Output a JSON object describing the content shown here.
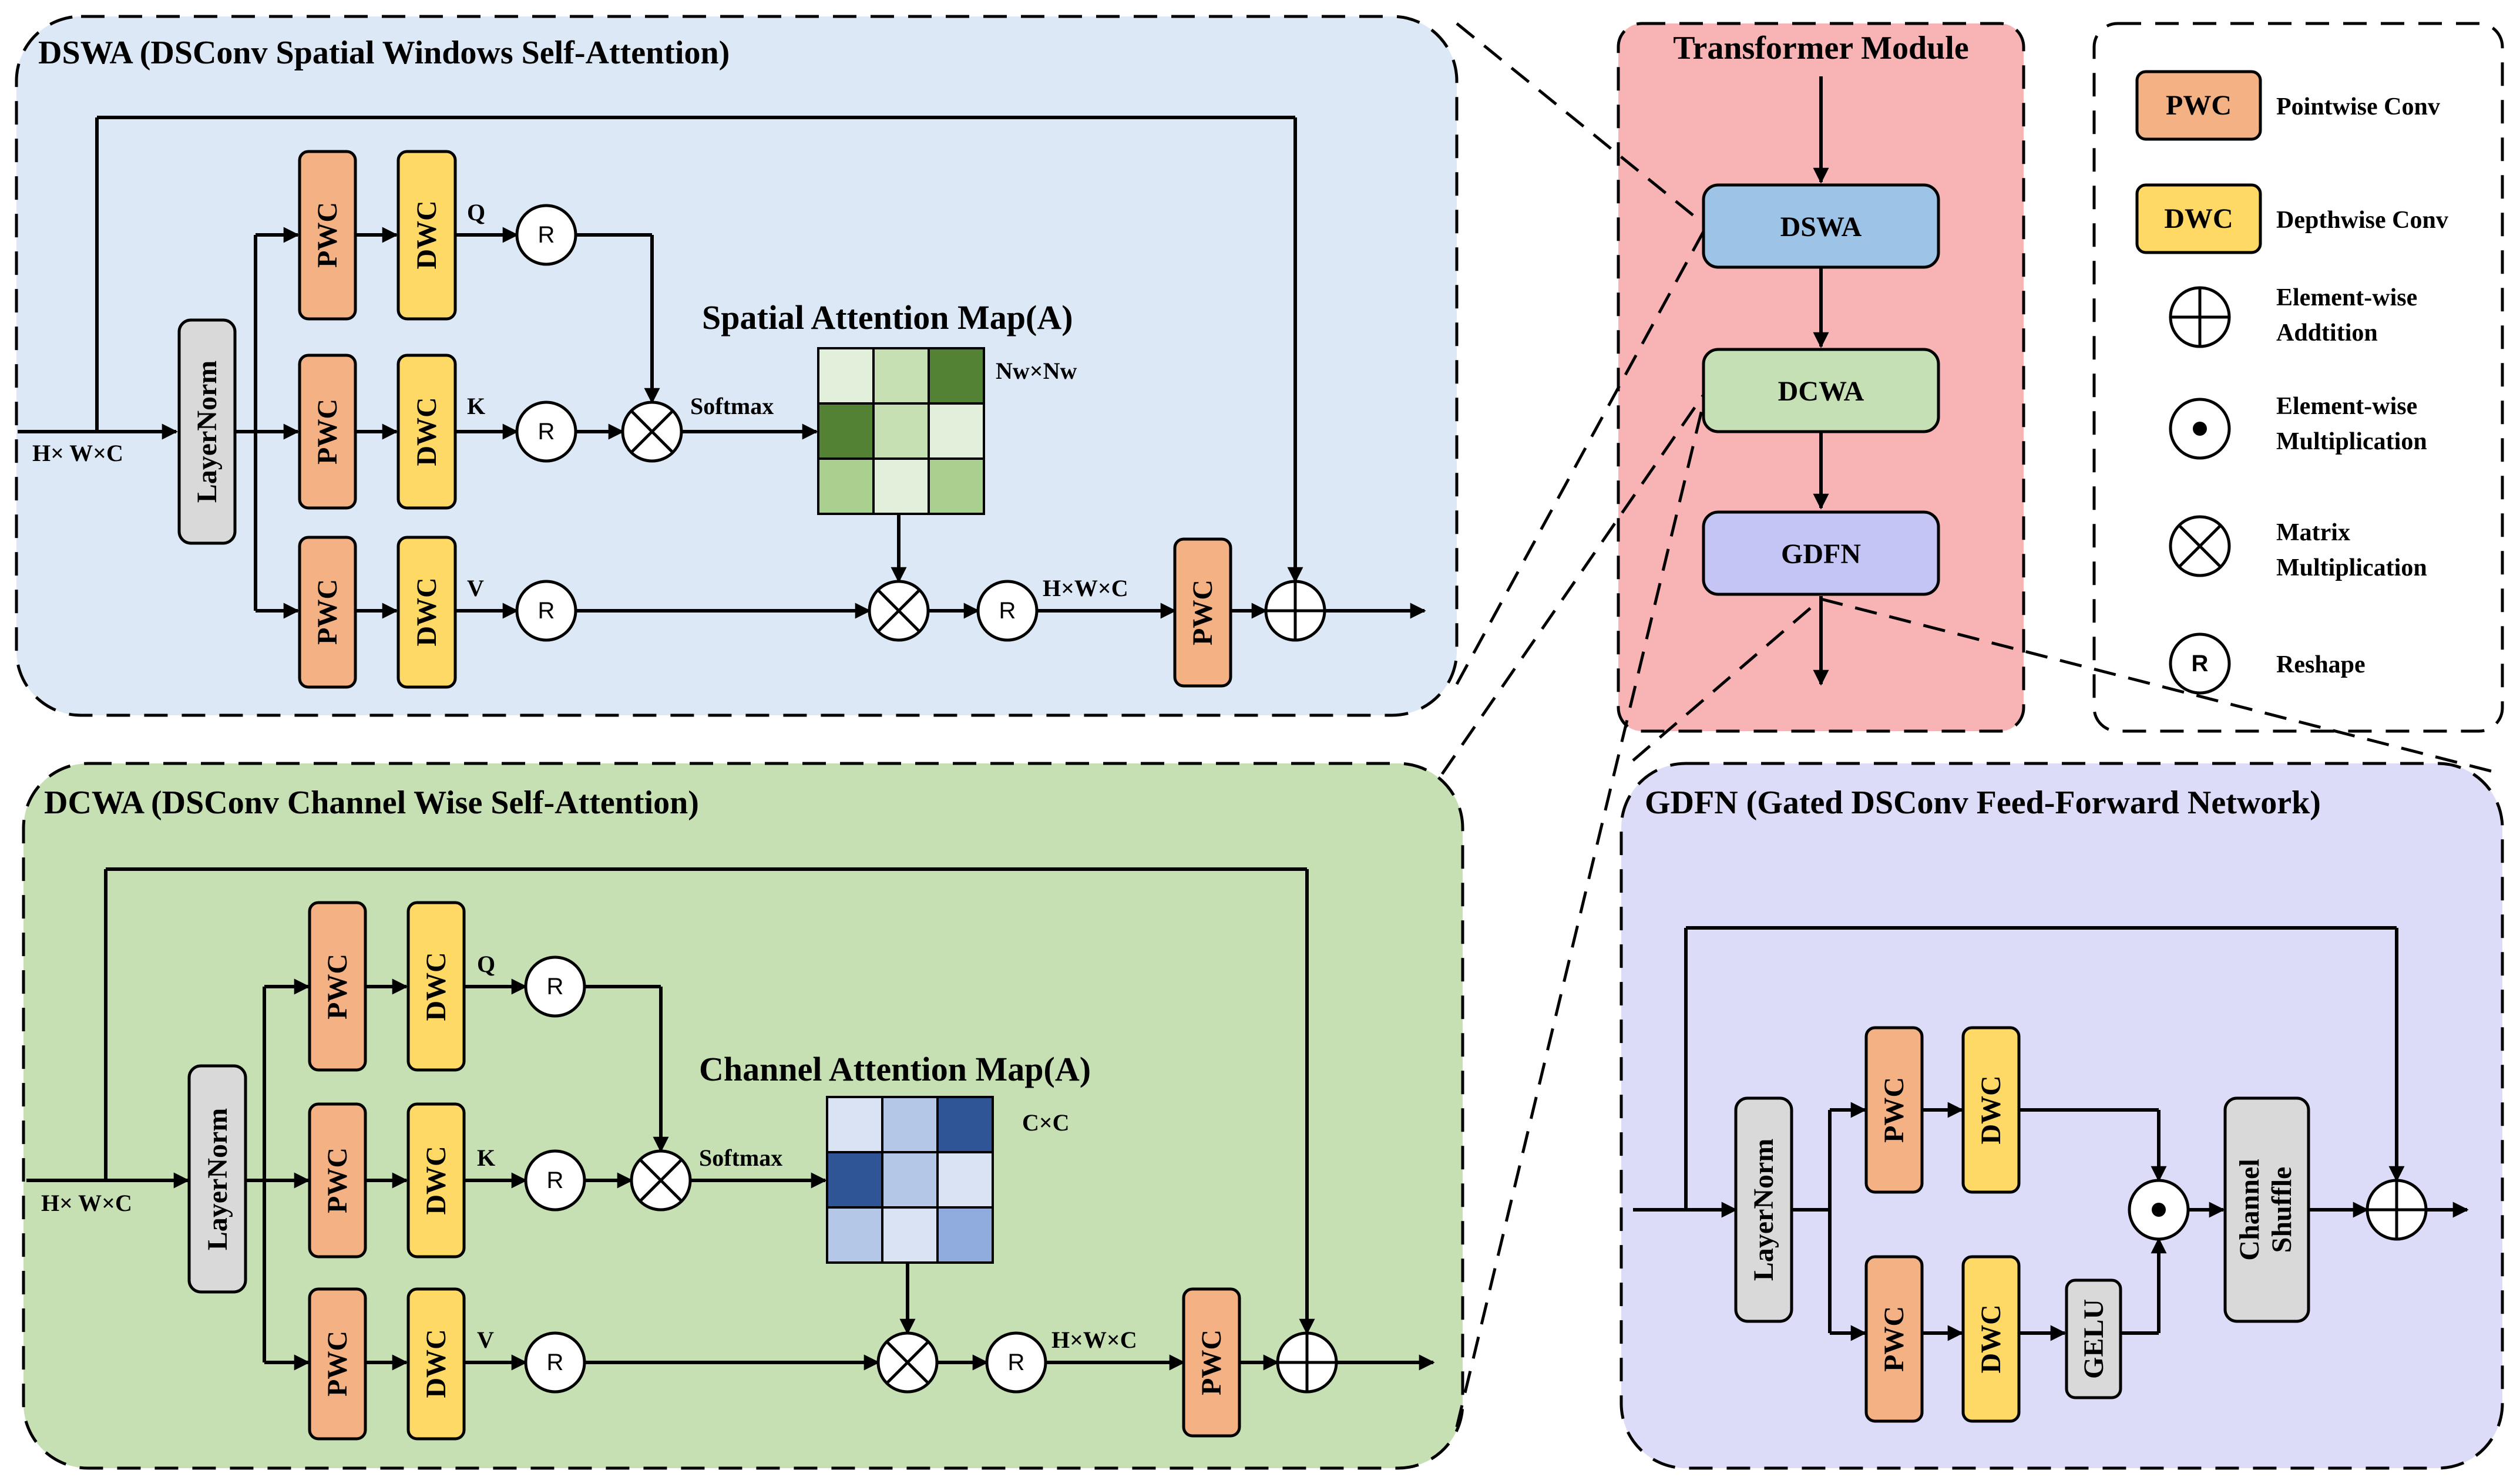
{
  "panels": {
    "dswa_title": "DSWA (DSConv Spatial Windows Self-Attention)",
    "dcwa_title": "DCWA (DSConv Channel Wise Self-Attention)",
    "gdfn_title": "GDFN (Gated DSConv Feed-Forward Network)",
    "transformer_title": "Transformer Module"
  },
  "blocks": {
    "pwc": "PWC",
    "dwc": "DWC",
    "layernorm": "LayerNorm",
    "gelu": "GELU",
    "channel_shuffle_1": "Channel",
    "channel_shuffle_2": "Shuffle",
    "dswa": "DSWA",
    "dcwa": "DCWA",
    "gdfn": "GDFN",
    "reshape": "R"
  },
  "labels": {
    "input_hwc": "H× W×C",
    "output_hwc": "H×W×C",
    "q": "Q",
    "k": "K",
    "v": "V",
    "softmax": "Softmax",
    "spatial_map": "Spatial Attention Map(A)",
    "spatial_size": "Nw×Nw",
    "channel_map": "Channel Attention Map(A)",
    "channel_size": "C×C"
  },
  "legend": {
    "pwc": "Pointwise Conv",
    "dwc": "Depthwise Conv",
    "add_1": "Element-wise",
    "add_2": "Addtition",
    "mul_1": "Element-wise",
    "mul_2": "Multiplication",
    "matmul_1": "Matrix",
    "matmul_2": "Multiplication",
    "reshape": "Reshape"
  },
  "colors": {
    "dswa_bg": "#dce8f5",
    "dcwa_bg": "#c6e0b4",
    "gdfn_bg": "#dcdcf8",
    "transformer_bg": "#f8b4b4",
    "pwc_fill": "#f4b183",
    "dwc_fill": "#ffd966",
    "layernorm_fill": "#d9d9d9",
    "dswa_block": "#9dc3e6",
    "dcwa_block": "#c5e0b4",
    "gdfn_block": "#c5c5f5"
  },
  "spatial_map_cells": [
    "#e2efda",
    "#c6e0b4",
    "#548235",
    "#548235",
    "#c6e0b4",
    "#e2efda",
    "#a9d08e",
    "#e2efda",
    "#a9d08e"
  ],
  "channel_map_cells": [
    "#dae3f3",
    "#b4c7e7",
    "#2f5597",
    "#2f5597",
    "#b4c7e7",
    "#dae3f3",
    "#b4c7e7",
    "#dae3f3",
    "#8faadc"
  ]
}
